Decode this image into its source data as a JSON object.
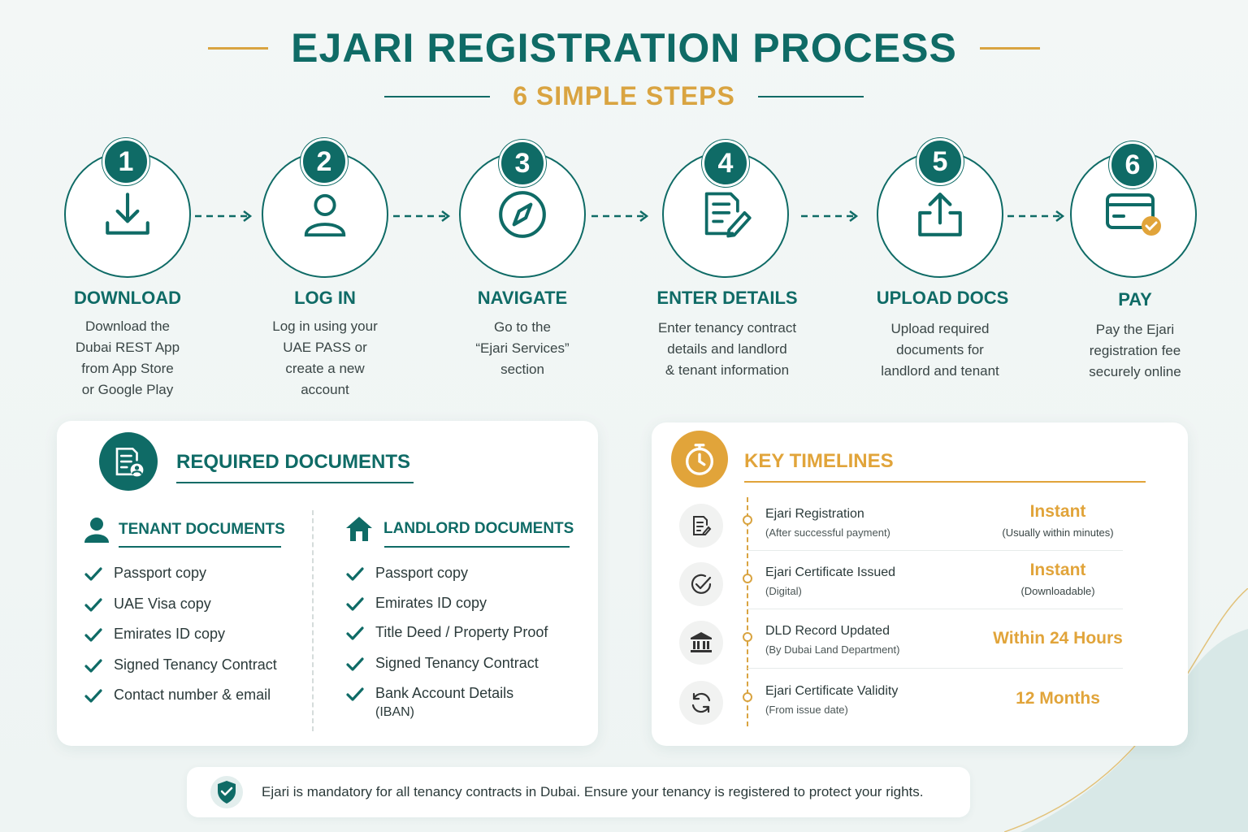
{
  "header": {
    "title": "EJARI REGISTRATION PROCESS",
    "subtitle": "6 SIMPLE STEPS"
  },
  "steps": [
    {
      "number": "1",
      "title": "DOWNLOAD",
      "icon": "download-icon",
      "desc": [
        "Download the",
        "Dubai REST App",
        "from App Store",
        "or Google Play"
      ]
    },
    {
      "number": "2",
      "title": "LOG IN",
      "icon": "user-icon",
      "desc": [
        "Log in using your",
        "UAE PASS or",
        "create a new",
        "account"
      ]
    },
    {
      "number": "3",
      "title": "NAVIGATE",
      "icon": "compass-icon",
      "desc": [
        "Go to the",
        "“Ejari Services”",
        "section"
      ]
    },
    {
      "number": "4",
      "title": "ENTER DETAILS",
      "icon": "edit-document-icon",
      "desc": [
        "Enter tenancy contract",
        "details and landlord",
        "& tenant information"
      ]
    },
    {
      "number": "5",
      "title": "UPLOAD DOCS",
      "icon": "upload-icon",
      "desc": [
        "Upload required",
        "documents for",
        "landlord and tenant"
      ]
    },
    {
      "number": "6",
      "title": "PAY",
      "icon": "card-payment-icon",
      "desc": [
        "Pay the Ejari",
        "registration fee",
        "securely online"
      ]
    }
  ],
  "required_documents": {
    "title": "REQUIRED DOCUMENTS",
    "tenant": {
      "heading": "TENANT DOCUMENTS",
      "items": [
        "Passport copy",
        "UAE Visa copy",
        "Emirates ID copy",
        "Signed Tenancy Contract",
        "Contact number & email"
      ]
    },
    "landlord": {
      "heading": "LANDLORD DOCUMENTS",
      "items": [
        "Passport copy",
        "Emirates ID copy",
        "Title Deed / Property Proof",
        "Signed Tenancy Contract",
        "Bank Account Details"
      ],
      "last_item_extra": "(IBAN)"
    }
  },
  "key_timelines": {
    "title": "KEY TIMELINES",
    "rows": [
      {
        "icon": "document-icon",
        "name": "Ejari Registration",
        "note": "(After successful payment)",
        "value": "Instant",
        "value_note": "(Usually within minutes)"
      },
      {
        "icon": "check-circle-icon",
        "name": "Ejari Certificate Issued",
        "note": "(Digital)",
        "value": "Instant",
        "value_note": "(Downloadable)"
      },
      {
        "icon": "bank-icon",
        "name": "DLD Record Updated",
        "note": "(By Dubai Land Department)",
        "value": "Within 24 Hours",
        "value_note": ""
      },
      {
        "icon": "refresh-icon",
        "name": "Ejari Certificate Validity",
        "note": "(From issue date)",
        "value": "12 Months",
        "value_note": ""
      }
    ]
  },
  "footer": {
    "text": "Ejari is mandatory for all tenancy contracts in Dubai. Ensure your tenancy is registered to protect your rights."
  },
  "colors": {
    "primary": "#0f6b66",
    "accent": "#d9a441",
    "value": "#e1a43a"
  }
}
